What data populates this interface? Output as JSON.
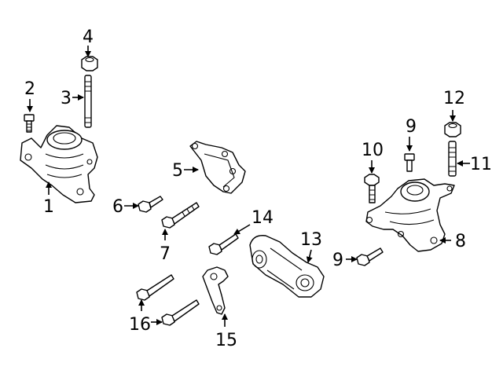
{
  "callouts": {
    "c1": "1",
    "c2": "2",
    "c3": "3",
    "c4": "4",
    "c5": "5",
    "c6": "6",
    "c7": "7",
    "c8": "8",
    "c9a": "9",
    "c9b": "9",
    "c10": "10",
    "c11": "11",
    "c12": "12",
    "c13": "13",
    "c14": "14",
    "c15": "15",
    "c16": "16"
  },
  "parts": [
    {
      "callout": "1",
      "icon": "engine-mount-icon"
    },
    {
      "callout": "2",
      "icon": "bolt-icon"
    },
    {
      "callout": "3",
      "icon": "stud-icon"
    },
    {
      "callout": "4",
      "icon": "nut-icon"
    },
    {
      "callout": "5",
      "icon": "bracket-icon"
    },
    {
      "callout": "6",
      "icon": "bolt-icon"
    },
    {
      "callout": "7",
      "icon": "bolt-icon"
    },
    {
      "callout": "8",
      "icon": "transmission-mount-icon"
    },
    {
      "callout": "9",
      "icon": "bolt-icon"
    },
    {
      "callout": "10",
      "icon": "bolt-icon"
    },
    {
      "callout": "11",
      "icon": "stud-icon"
    },
    {
      "callout": "12",
      "icon": "nut-icon"
    },
    {
      "callout": "13",
      "icon": "torque-strut-icon"
    },
    {
      "callout": "14",
      "icon": "bolt-icon"
    },
    {
      "callout": "15",
      "icon": "bracket-icon"
    },
    {
      "callout": "16",
      "icon": "bolt-icon"
    }
  ]
}
